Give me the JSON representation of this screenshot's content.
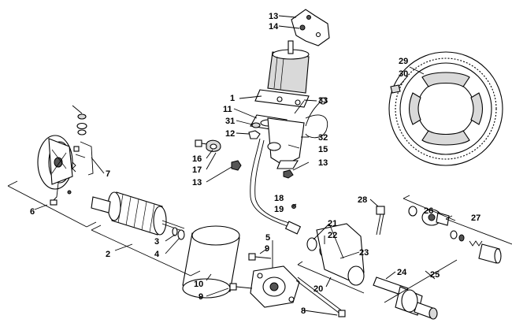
{
  "callouts": {
    "c1": "1",
    "c2": "2",
    "c3": "3",
    "c4": "4",
    "c5": "5",
    "c6": "6",
    "c7": "7",
    "c8": "8",
    "c9a": "9",
    "c9b": "9",
    "c10": "10",
    "c11": "11",
    "c12": "12",
    "c13a": "13",
    "c13b": "13",
    "c13c": "13",
    "c14": "14",
    "c15": "15",
    "c16": "16",
    "c17": "17",
    "c18": "18",
    "c19": "19",
    "c20": "20",
    "c21": "21",
    "c22": "22",
    "c23": "23",
    "c24": "24",
    "c25": "25",
    "c26": "26",
    "c27": "27",
    "c28": "28",
    "c29": "29",
    "c30": "30",
    "c31": "31",
    "c32": "32",
    "c33": "33"
  }
}
